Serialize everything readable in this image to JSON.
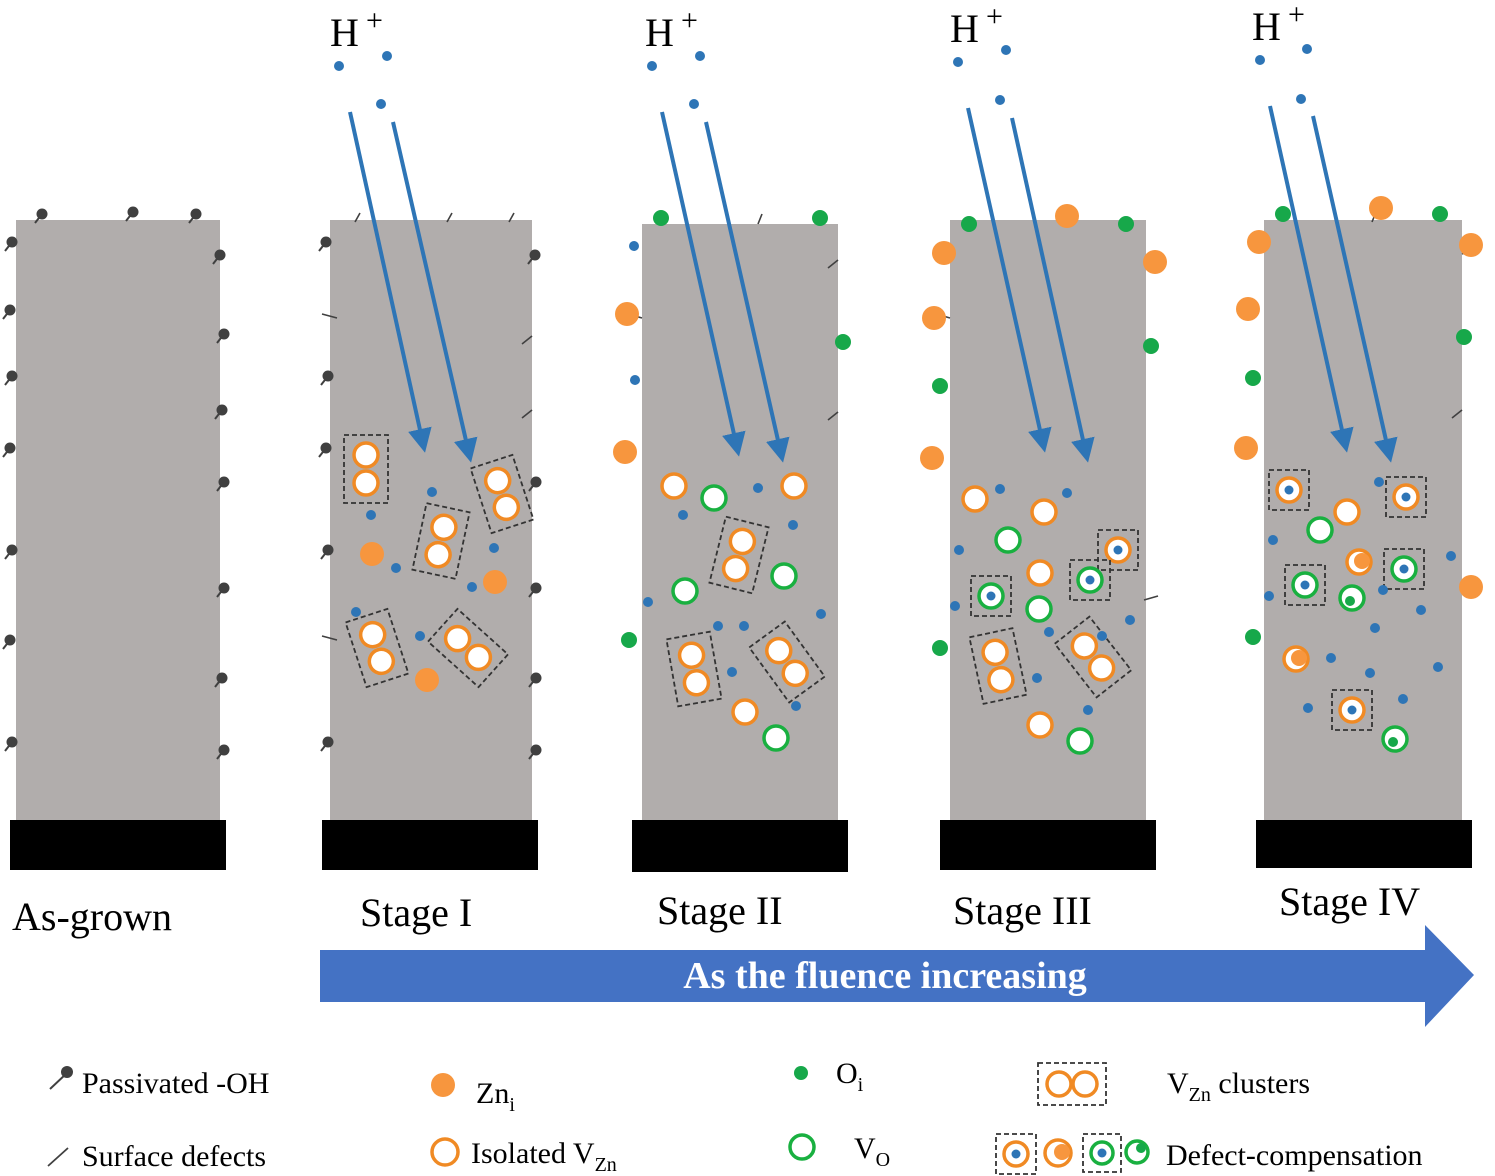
{
  "ion": {
    "symbol": "H",
    "charge": "+"
  },
  "stages": [
    {
      "label": "As-grown"
    },
    {
      "label": "Stage I"
    },
    {
      "label": "Stage II"
    },
    {
      "label": "Stage III"
    },
    {
      "label": "Stage IV"
    }
  ],
  "progress_arrow": {
    "text": "As the  fluence increasing"
  },
  "legend": {
    "passivated_oh": "Passivated -OH",
    "surface_defects": "Surface defects",
    "zn_i": {
      "base": "Zn",
      "sub": "i"
    },
    "isolated_vzn": {
      "base": "Isolated V",
      "sub": "Zn"
    },
    "o_i": {
      "base": "O",
      "sub": "i"
    },
    "v_o": {
      "base": "V",
      "sub": "O"
    },
    "vzn_clusters": {
      "base": "V",
      "sub": "Zn",
      "rest": " clusters"
    },
    "defect_compensation": "Defect-compensation"
  },
  "colors": {
    "rod": "#b1adac",
    "base": "#000000",
    "hydrogen": "#2e75b6",
    "zn_interstitial": "#f7963e",
    "o_interstitial": "#17a84a",
    "v_oxygen_ring": "#19b040",
    "v_zinc_ring": "#f08a24",
    "passivated_oh": "#404040",
    "progress_arrow": "#4472c4"
  }
}
